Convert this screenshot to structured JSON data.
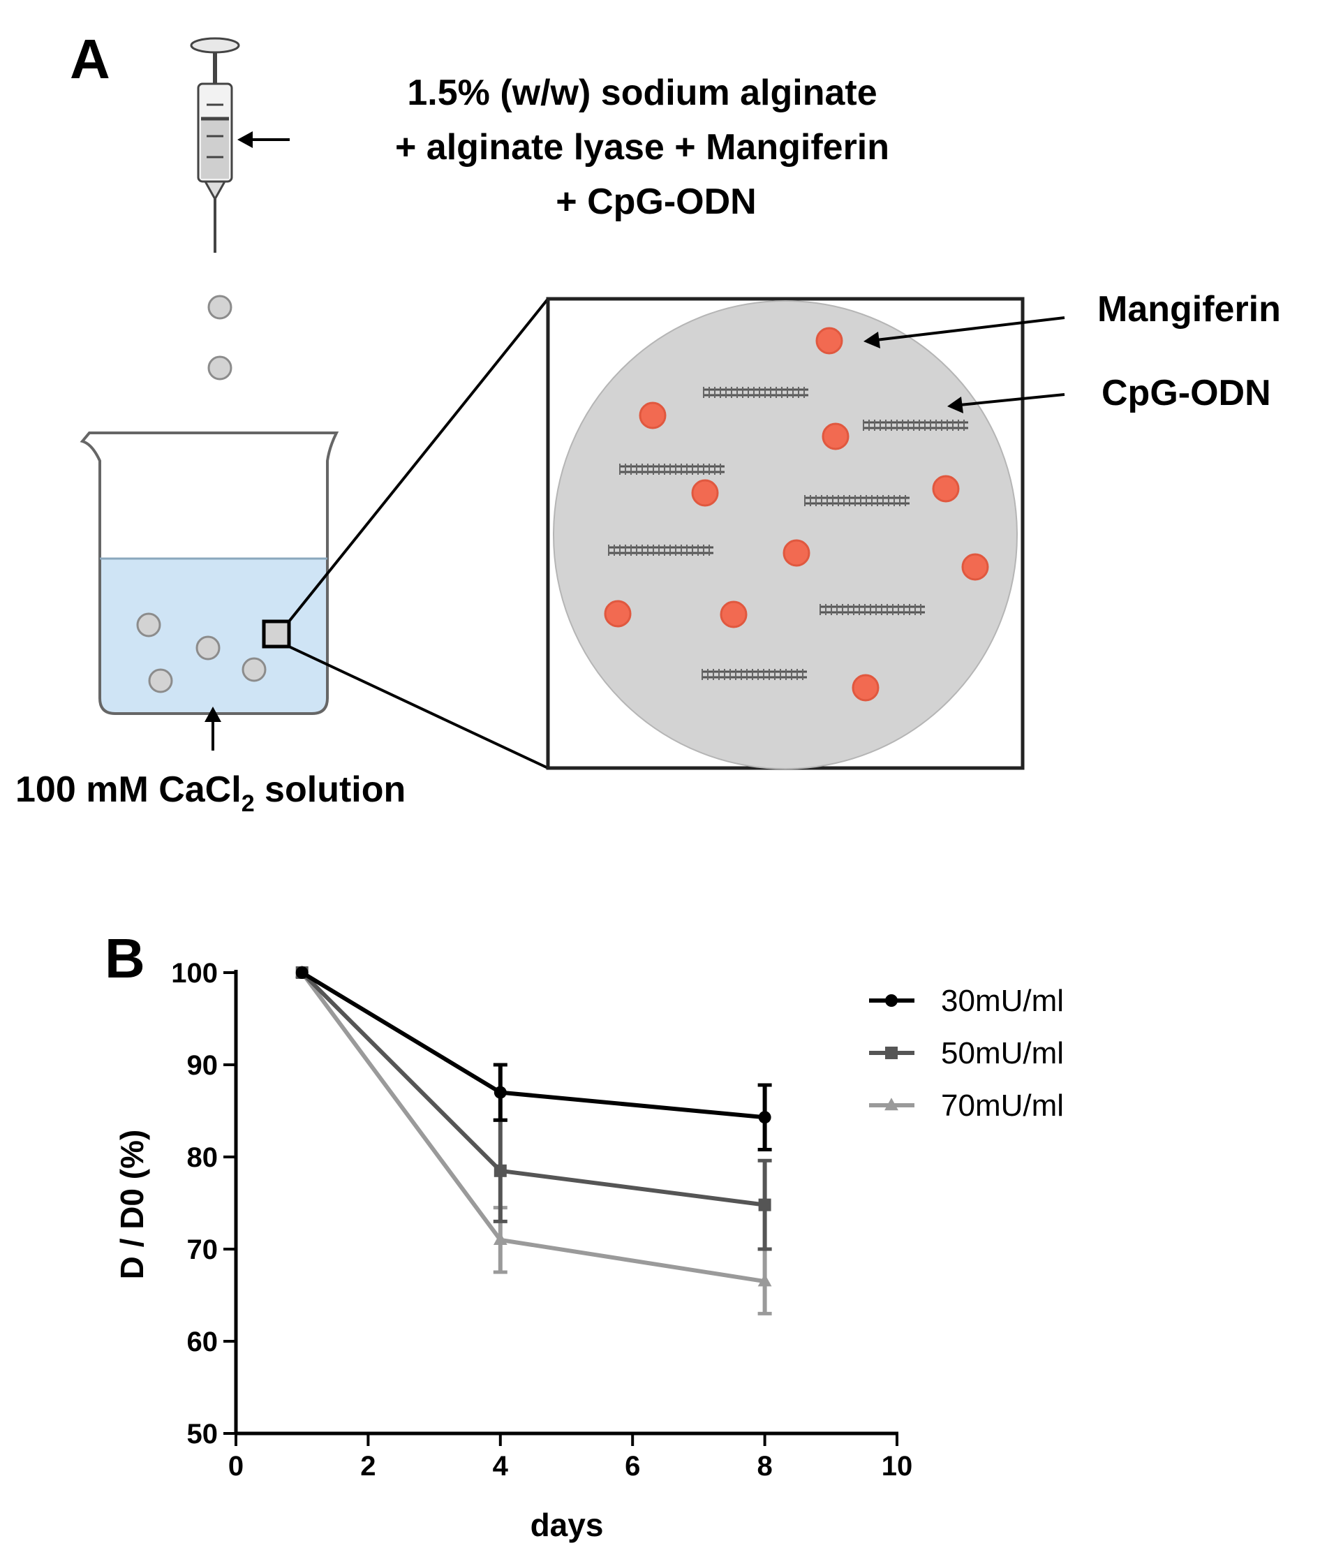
{
  "panel_a": {
    "letter": "A",
    "solution_lines": [
      "1.5% (w/w) sodium alginate",
      "+ alginate lyase + Mangiferin",
      "+ CpG-ODN"
    ],
    "cacl2_prefix": "100 mM CaCl",
    "cacl2_sub": "2",
    "cacl2_suffix": " solution",
    "mangiferin_label": "Mangiferin",
    "cpg_label": "CpG-ODN",
    "colors": {
      "bead_fill": "#d3d3d3",
      "mangiferin": "#f26a51",
      "liquid": "#cfe4f5"
    }
  },
  "panel_b": {
    "letter": "B"
  },
  "chart_data": {
    "type": "line",
    "xlabel": "days",
    "ylabel": "D / D0 (%)",
    "xlim": [
      0,
      10
    ],
    "ylim": [
      50,
      100
    ],
    "xticks": [
      0,
      2,
      4,
      6,
      8,
      10
    ],
    "yticks": [
      50,
      60,
      70,
      80,
      90,
      100
    ],
    "grid": false,
    "legend_position": "top-right",
    "series": [
      {
        "name": "30mU/ml",
        "marker": "circle",
        "color": "#000000",
        "x": [
          1,
          4,
          8
        ],
        "y": [
          100,
          87,
          84.3
        ],
        "err": [
          0,
          3,
          3.5
        ]
      },
      {
        "name": "50mU/ml",
        "marker": "square",
        "color": "#555555",
        "x": [
          1,
          4,
          8
        ],
        "y": [
          100,
          78.5,
          74.8
        ],
        "err": [
          0,
          5.5,
          4.8
        ]
      },
      {
        "name": "70mU/ml",
        "marker": "triangle",
        "color": "#9a9a9a",
        "x": [
          1,
          4,
          8
        ],
        "y": [
          100,
          71,
          66.5
        ],
        "err": [
          0,
          3.5,
          3.5
        ]
      }
    ]
  }
}
